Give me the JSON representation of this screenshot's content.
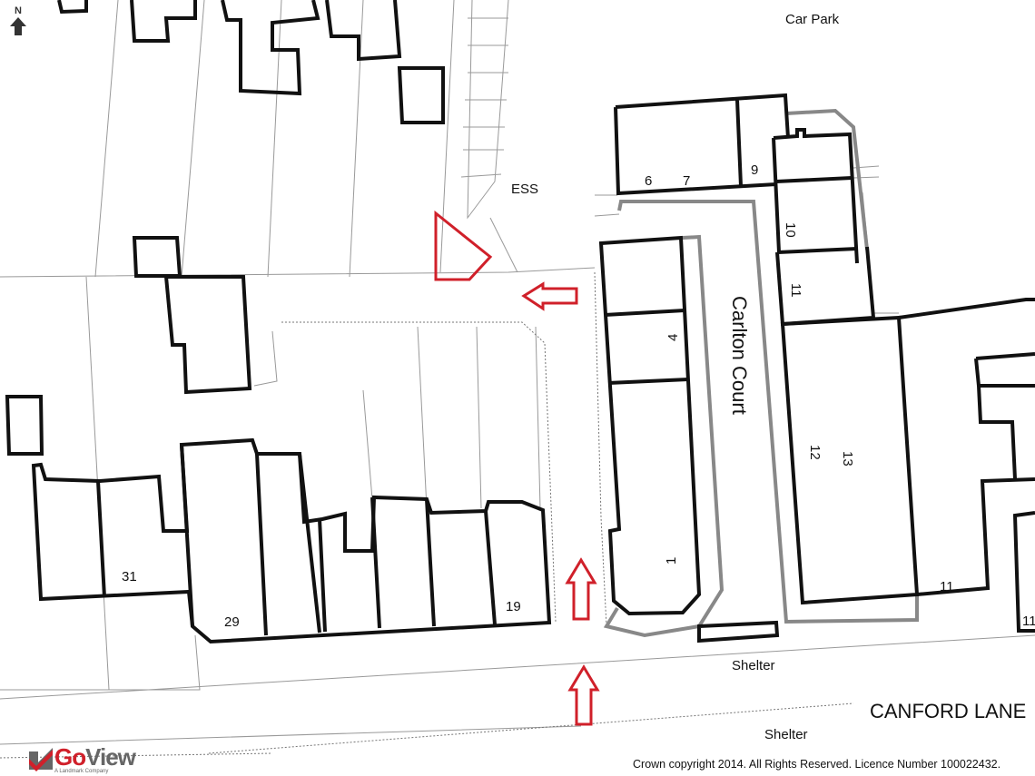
{
  "map": {
    "north_label": "N",
    "labels": {
      "car_park": "Car Park",
      "ess": "ESS",
      "no_6": "6",
      "no_7": "7",
      "no_9": "9",
      "no_10": "10",
      "no_11_top": "11",
      "no_4": "4",
      "no_1": "1",
      "no_12": "12",
      "no_13": "13",
      "no_11_bottom": "11",
      "no_11_edge": "11",
      "no_31": "31",
      "no_29": "29",
      "no_19": "19",
      "carlton_court": "Carlton Court",
      "shelter_north": "Shelter",
      "shelter_south": "Shelter",
      "canford_lane": "CANFORD LANE"
    },
    "colors": {
      "marker": "#d0202a",
      "building": "#111111",
      "boundary": "#888888"
    }
  },
  "footer": {
    "brand_go": "Go",
    "brand_view": "View",
    "brand_tagline": "A Landmark Company",
    "copyright": "Crown copyright 2014. All Rights Reserved. Licence Number 100022432."
  }
}
